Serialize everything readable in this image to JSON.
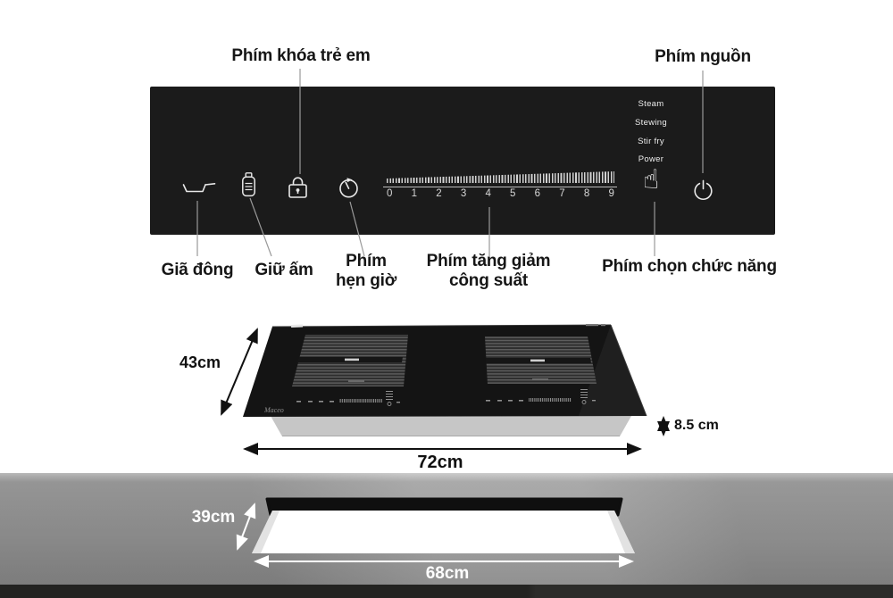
{
  "panel": {
    "child_lock_label": "Phím khóa trẻ em",
    "power_key_label": "Phím nguồn",
    "defrost_label": "Giã đông",
    "keep_warm_label": "Giữ ấm",
    "timer_label": [
      "Phím",
      "hẹn giờ"
    ],
    "power_slider_label": [
      "Phím tăng giảm",
      "công suất"
    ],
    "function_label": "Phím chọn chức năng",
    "menu_items": [
      "Steam",
      "Stewing",
      "Stir fry",
      "Power"
    ],
    "power_levels": [
      "0",
      "1",
      "2",
      "3",
      "4",
      "5",
      "6",
      "7",
      "8",
      "9"
    ],
    "icons": [
      "pan-icon",
      "bottle-icon",
      "lock-icon",
      "timer-icon",
      "hand-pointer-icon",
      "power-icon"
    ]
  },
  "cooktop": {
    "brand": "Maceo",
    "dimensions": {
      "width": "72cm",
      "depth": "43cm",
      "height": "8.5 cm"
    }
  },
  "cutout": {
    "dimensions": {
      "width": "68cm",
      "depth": "39cm"
    }
  },
  "colors": {
    "panel_background": "#1b1b1b",
    "counter_gray": "#919191",
    "counter_edge_dark": "#262624",
    "cutout_rim_black": "#0f0f0f",
    "cutout_hole_white": "#ffffff",
    "label_text": "#161616",
    "leader_line_gray": "#9a9a9a"
  }
}
